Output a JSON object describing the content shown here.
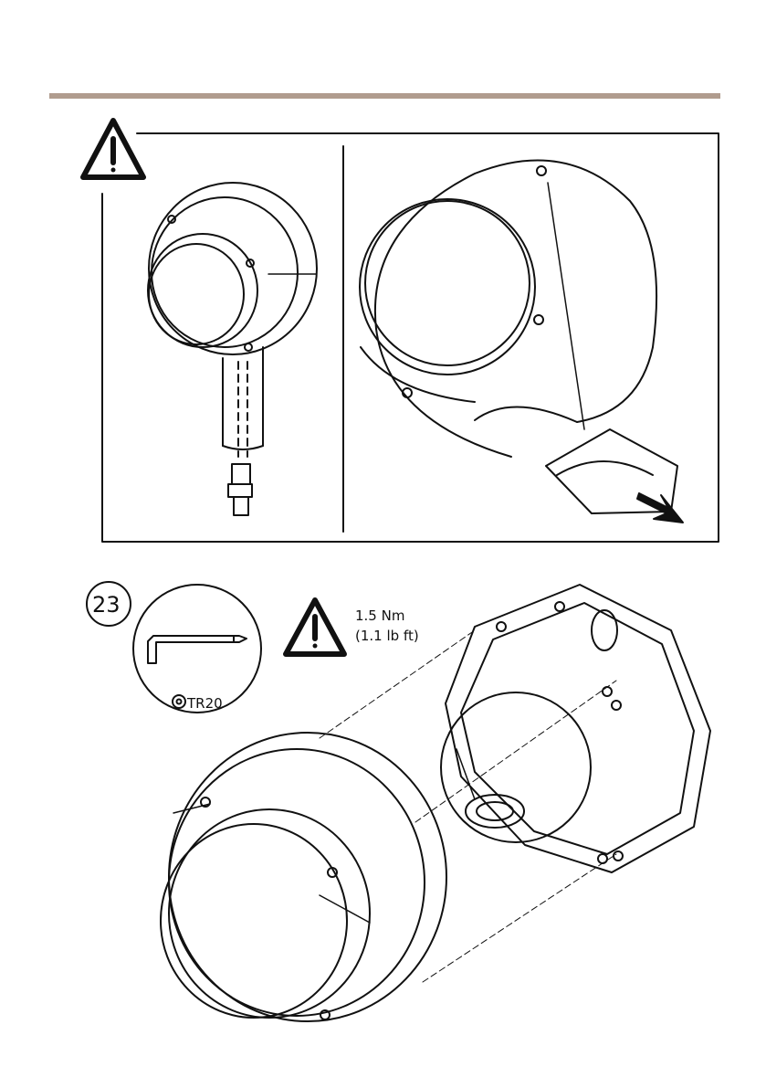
{
  "step": {
    "number": "23"
  },
  "tool": {
    "label": "TR20",
    "icon": "torx-icon"
  },
  "torque": {
    "line1": "1.5 Nm",
    "line2": "(1.1 lb ft)"
  },
  "colors": {
    "rule": "#b09c8e",
    "ink": "#111111",
    "pictogram_fill": "#ffffff"
  },
  "icons": [
    "warning-triangle-icon",
    "arrow-right-icon",
    "hex-key-icon",
    "torx-icon"
  ]
}
